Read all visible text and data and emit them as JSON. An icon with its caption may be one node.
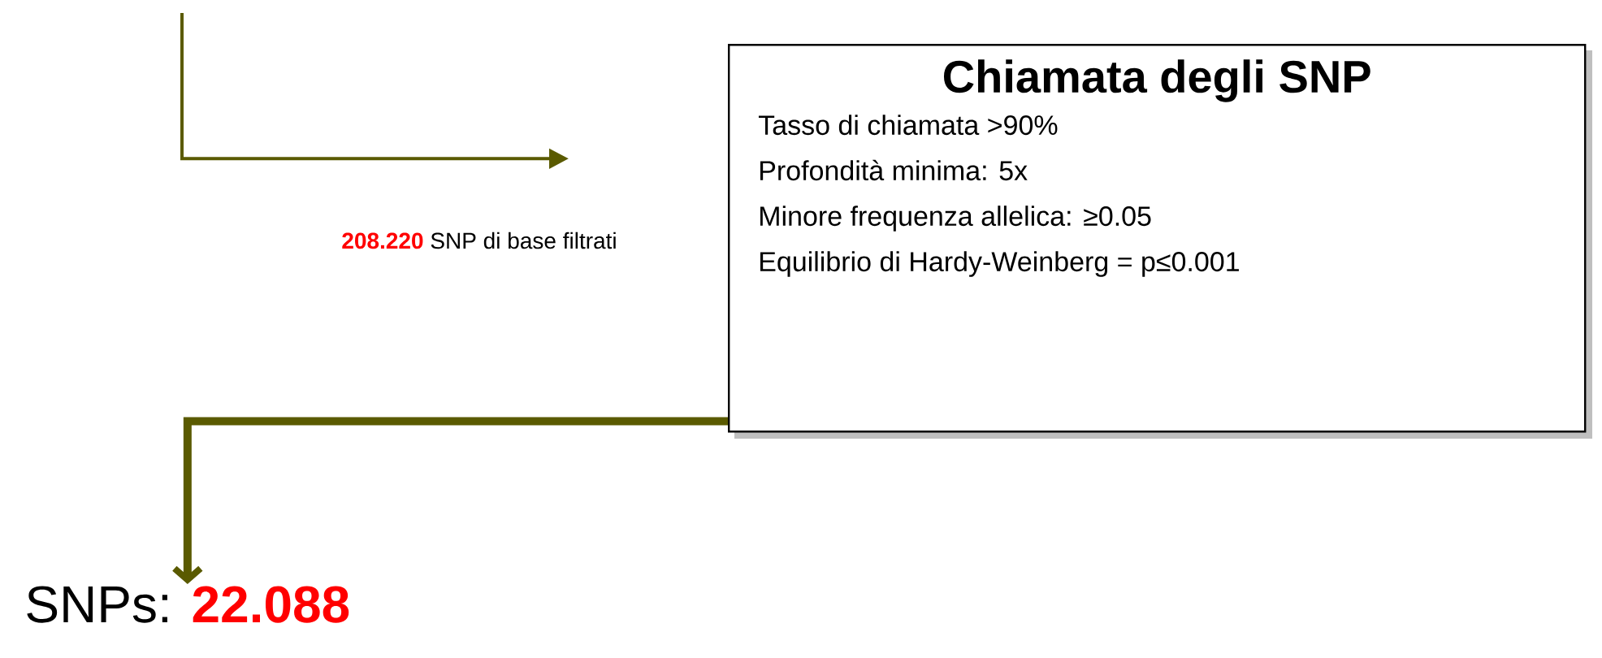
{
  "diagram": {
    "nodes": [
      {
        "text": [
          "208.220",
          "SNP di base filtrati"
        ]
      },
      {
        "text": [
          "Chiamata degli SNP",
          "Tasso di chiamata >90%",
          "Profondità minima: 5x",
          "Minore frequenza allelica:  ≥0.05",
          "Equilibrio di Hardy-Weinberg = p≤0.001"
        ]
      },
      {
        "text": [
          "SNPs:",
          "22.088"
        ]
      }
    ],
    "edges": [
      {
        "from": null,
        "to": 0,
        "arrow": "to"
      },
      {
        "from": 1,
        "to": 2,
        "arrow": "to",
        "style": "thick"
      }
    ]
  }
}
